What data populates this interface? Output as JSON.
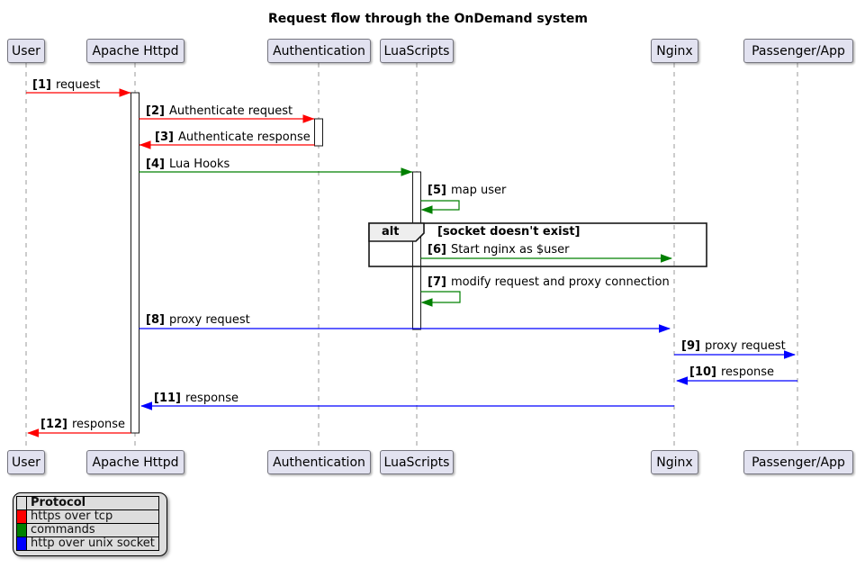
{
  "title": "Request flow through the OnDemand system",
  "palette": {
    "red": "#FF0000",
    "green": "#008000",
    "blue": "#0000FF"
  },
  "participants": [
    {
      "name": "User"
    },
    {
      "name": "Apache Httpd"
    },
    {
      "name": "Authentication"
    },
    {
      "name": "LuaScripts"
    },
    {
      "name": "Nginx"
    },
    {
      "name": "Passenger/App"
    }
  ],
  "messages": [
    {
      "seq": "[1]",
      "text": "request",
      "from": "User",
      "to": "Apache Httpd",
      "color": "red"
    },
    {
      "seq": "[2]",
      "text": "Authenticate request",
      "from": "Apache Httpd",
      "to": "Authentication",
      "color": "red"
    },
    {
      "seq": "[3]",
      "text": "Authenticate response",
      "from": "Authentication",
      "to": "Apache Httpd",
      "color": "red"
    },
    {
      "seq": "[4]",
      "text": "Lua Hooks",
      "from": "Apache Httpd",
      "to": "LuaScripts",
      "color": "green"
    },
    {
      "seq": "[5]",
      "text": "map user",
      "from": "LuaScripts",
      "to": "LuaScripts",
      "color": "green"
    },
    {
      "seq": "[6]",
      "text": "Start nginx as $user",
      "from": "LuaScripts",
      "to": "Nginx",
      "color": "green"
    },
    {
      "seq": "[7]",
      "text": "modify request and proxy connection",
      "from": "LuaScripts",
      "to": "LuaScripts",
      "color": "green"
    },
    {
      "seq": "[8]",
      "text": "proxy request",
      "from": "Apache Httpd",
      "to": "Nginx",
      "color": "blue"
    },
    {
      "seq": "[9]",
      "text": "proxy request",
      "from": "Nginx",
      "to": "Passenger/App",
      "color": "blue"
    },
    {
      "seq": "[10]",
      "text": "response",
      "from": "Passenger/App",
      "to": "Nginx",
      "color": "blue"
    },
    {
      "seq": "[11]",
      "text": "response",
      "from": "Nginx",
      "to": "Apache Httpd",
      "color": "blue"
    },
    {
      "seq": "[12]",
      "text": "response",
      "from": "Apache Httpd",
      "to": "User",
      "color": "red"
    }
  ],
  "fragment": {
    "operator": "alt",
    "condition": "[socket doesn't exist]"
  },
  "legend": {
    "header": "Protocol",
    "entries": [
      {
        "color": "#FF0000",
        "label": "https over tcp"
      },
      {
        "color": "#008000",
        "label": "commands"
      },
      {
        "color": "#0000FF",
        "label": "http over unix socket"
      }
    ]
  }
}
